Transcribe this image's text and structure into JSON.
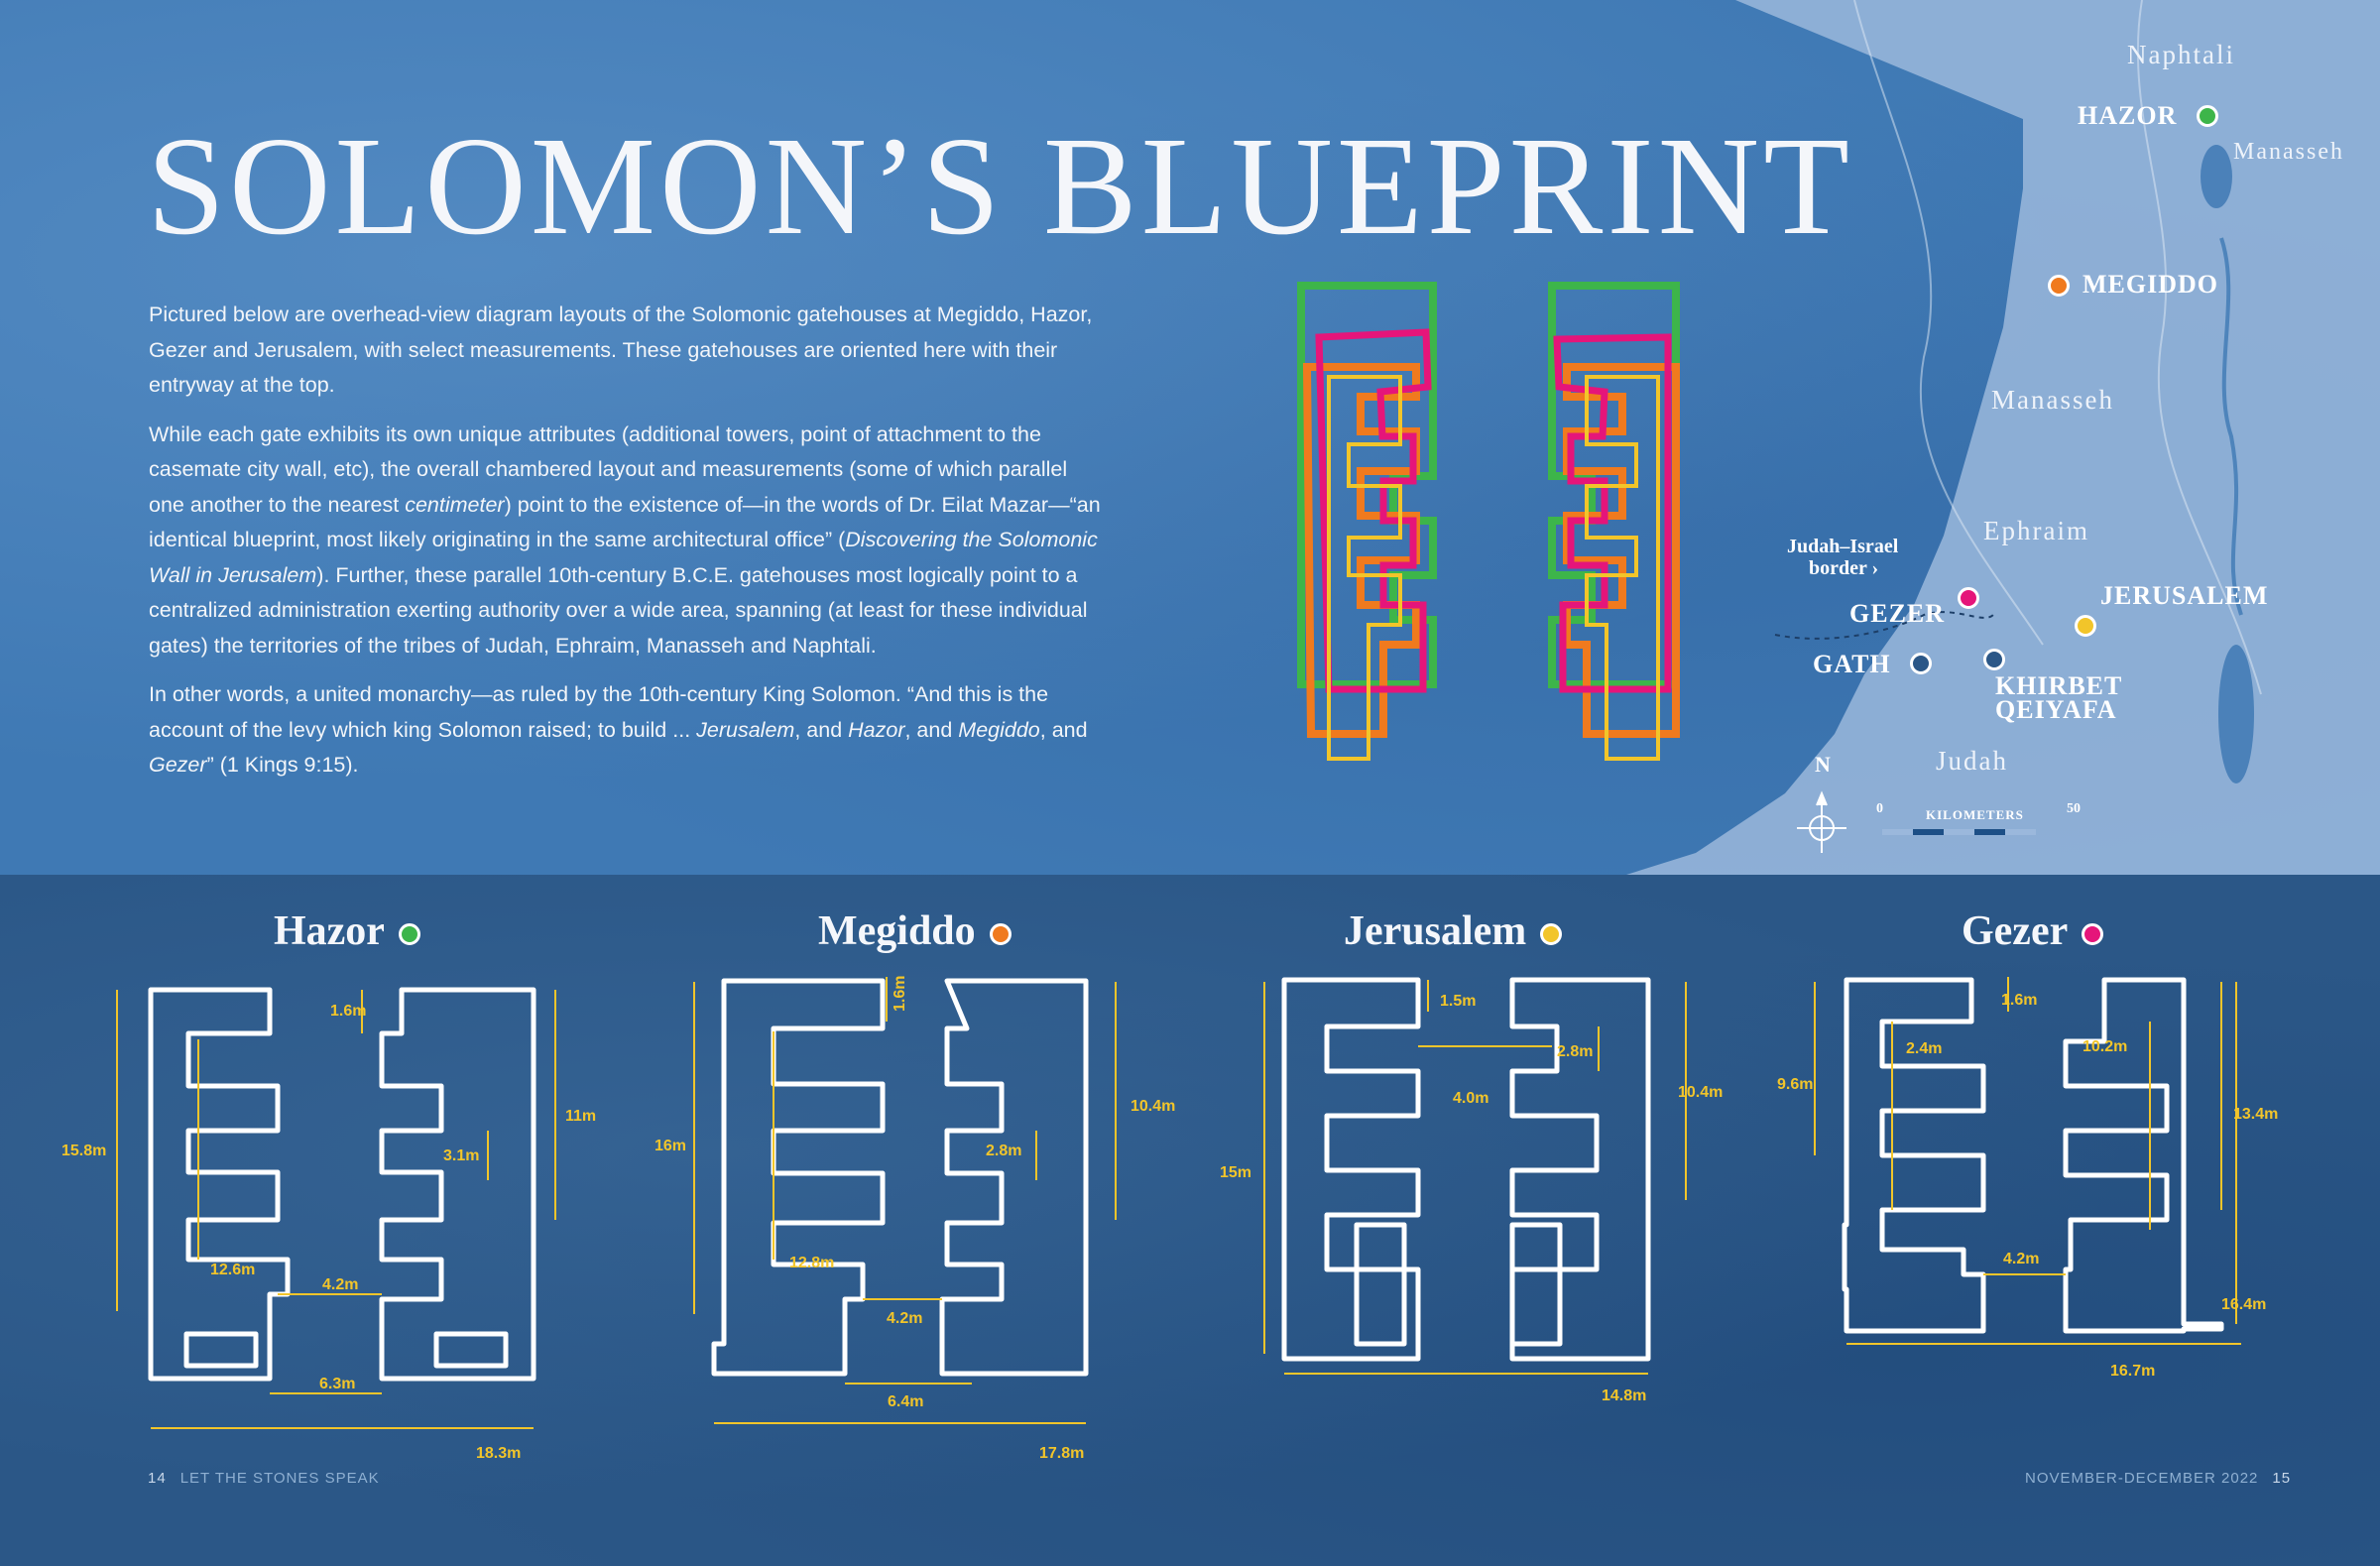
{
  "title": "SOLOMON’S BLUEPRINT",
  "intro": {
    "p1": "Pictured below are overhead-view diagram layouts of the Solomonic gatehouses at Megiddo, Hazor, Gezer and Jerusalem, with select measurements. These gatehouses are oriented here with their entryway at the top.",
    "p2_a": "While each gate exhibits its own unique attributes (additional towers, point of attachment to the casemate city wall, etc), the overall chambered layout and measurements (some of which parallel one another to the nearest ",
    "p2_em1": "centimeter",
    "p2_b": ") point to the existence of—in the words of Dr. Eilat Mazar—“an identical blueprint, most likely originating in the same architectural office” (",
    "p2_em2": "Discovering the Solomonic Wall in Jerusalem",
    "p2_c": "). Further, these parallel 10th-century B.C.E. gatehouses most logically point to a centralized administration exerting authority over a wide area, spanning (at least for these individual gates) the territories of the tribes of Judah, Ephraim, Manasseh and Naphtali.",
    "p3_a": "In other words, a united monarchy—as ruled by the 10th-century King Solomon. “And this is the account of the levy which king Solomon raised; to build ... ",
    "p3_em1": "Jerusalem",
    "p3_b": ", and ",
    "p3_em2": "Hazor",
    "p3_c": ", and ",
    "p3_em3": "Megiddo",
    "p3_d": ", and ",
    "p3_em4": "Gezer",
    "p3_e": "” (1 Kings 9:15)."
  },
  "colors": {
    "hazor": "#3db54a",
    "megiddo": "#f07a1e",
    "jerusalem": "#f2c52a",
    "gezer": "#e5157a",
    "measure": "#f2c52a"
  },
  "map": {
    "regions": {
      "naphtali": "Naphtali",
      "manasseh_east": "Manasseh",
      "manasseh": "Manasseh",
      "ephraim": "Ephraim",
      "judah": "Judah"
    },
    "cities": {
      "hazor": "HAZOR",
      "megiddo": "MEGIDDO",
      "gezer": "GEZER",
      "gath": "GATH",
      "jerusalem": "JERUSALEM",
      "khirbet_qeiyafa": "KHIRBET QEIYAFA"
    },
    "border_label_line1": "Judah–Israel",
    "border_label_line2": "border ›",
    "north": "N",
    "scale_start": "0",
    "scale_unit": "KILOMETERS",
    "scale_end": "50"
  },
  "gates": {
    "hazor": {
      "name": "Hazor",
      "m": [
        "1.6m",
        "11m",
        "15.8m",
        "3.1m",
        "12.6m",
        "4.2m",
        "6.3m",
        "18.3m"
      ]
    },
    "megiddo": {
      "name": "Megiddo",
      "m": [
        "1.6m",
        "10.4m",
        "16m",
        "2.8m",
        "12.8m",
        "4.2m",
        "6.4m",
        "17.8m"
      ]
    },
    "jerusalem": {
      "name": "Jerusalem",
      "m": [
        "1.5m",
        "2.8m",
        "4.0m",
        "10.4m",
        "15m",
        "14.8m"
      ]
    },
    "gezer": {
      "name": "Gezer",
      "m": [
        "1.6m",
        "2.4m",
        "10.2m",
        "9.6m",
        "13.4m",
        "4.2m",
        "16.4m",
        "16.7m"
      ]
    }
  },
  "folio": {
    "left_num": "14",
    "left_text": "LET THE STONES SPEAK",
    "right_text": "NOVEMBER-DECEMBER 2022",
    "right_num": "15"
  }
}
